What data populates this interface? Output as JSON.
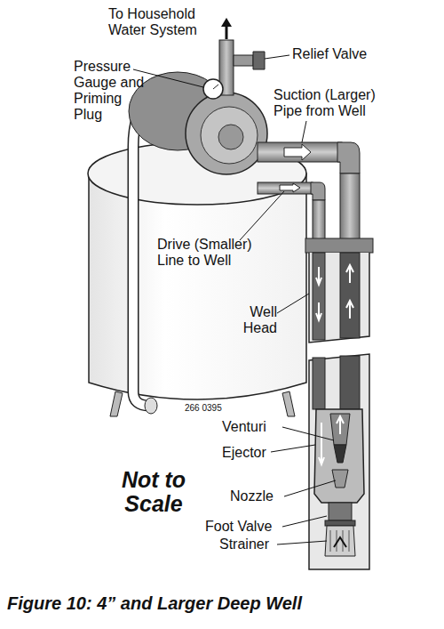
{
  "diagram": {
    "caption": "Figure 10: 4” and Larger Deep Well",
    "labels": [
      "To Household Water System",
      "Relief Valve",
      "Pressure Gauge and Priming Plug",
      "Suction (Larger) Pipe from Well",
      "Drive (Smaller) Line to Well",
      "Well Head",
      "266 0395",
      "Venturi",
      "Ejector",
      "Not to Scale",
      "Nozzle",
      "Foot Valve",
      "Strainer"
    ]
  }
}
